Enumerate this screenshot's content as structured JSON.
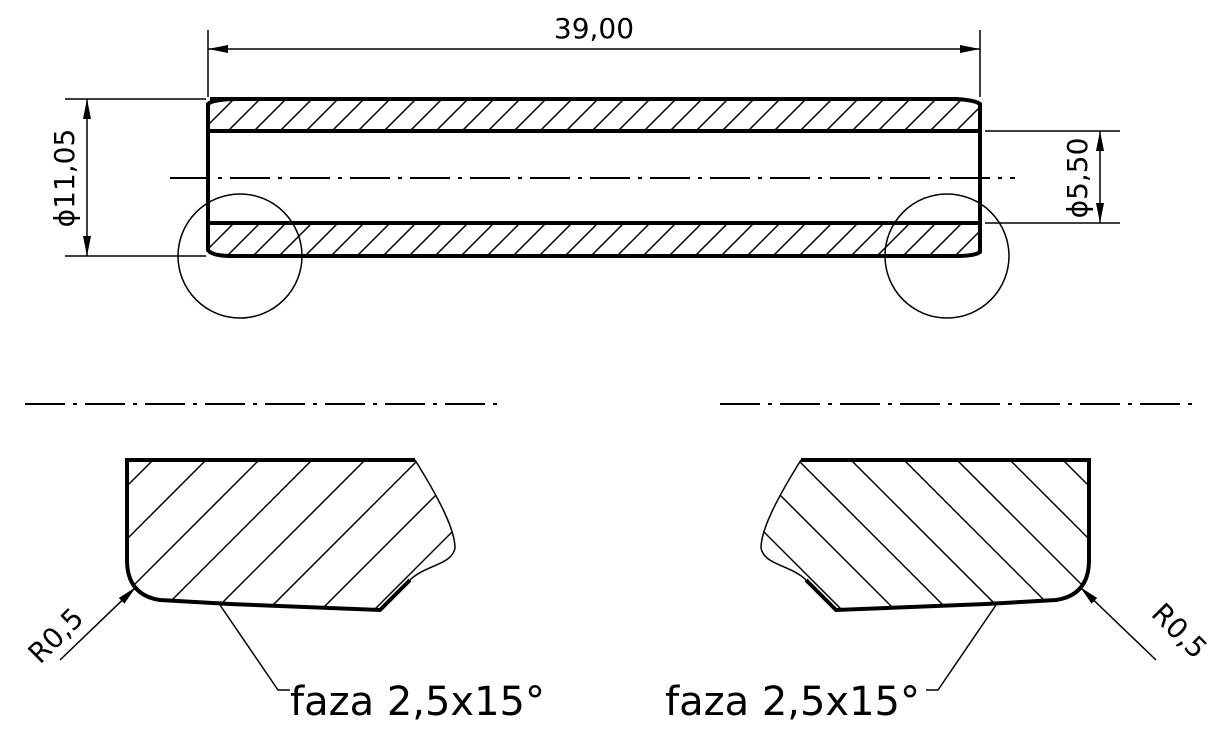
{
  "drawing": {
    "length_dim": "39,00",
    "outer_diameter_dim": "ϕ11,05",
    "inner_diameter_dim": "ϕ5,50",
    "left_detail": {
      "radius": "R0,5",
      "chamfer": "faza 2,5x15°"
    },
    "right_detail": {
      "radius": "R0,5",
      "chamfer": "faza 2,5x15°"
    }
  }
}
